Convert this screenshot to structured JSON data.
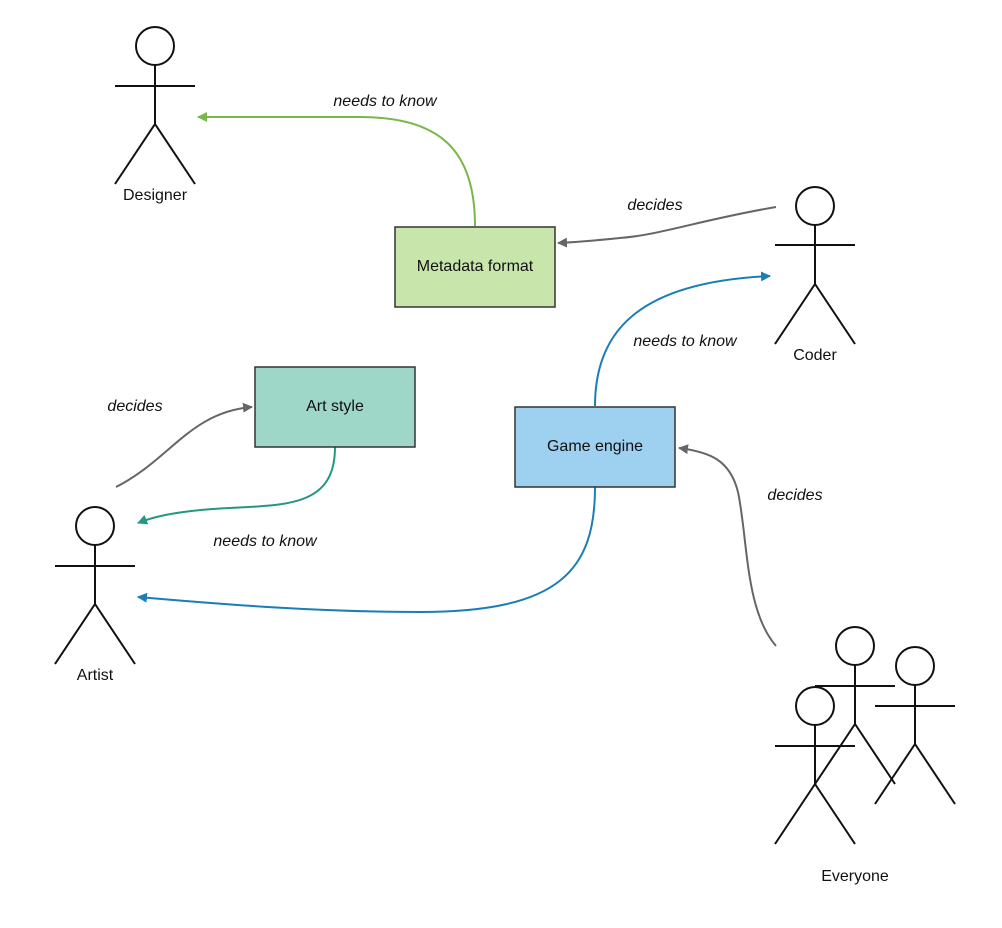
{
  "actors": {
    "designer": "Designer",
    "coder": "Coder",
    "artist": "Artist",
    "everyone": "Everyone"
  },
  "boxes": {
    "metadata": {
      "label": "Metadata format",
      "fill": "#c8e6ac",
      "stroke": "#333333"
    },
    "art_style": {
      "label": "Art style",
      "fill": "#9ed6c8",
      "stroke": "#333333"
    },
    "game_engine": {
      "label": "Game engine",
      "fill": "#9ed0ef",
      "stroke": "#333333"
    }
  },
  "edges": {
    "metadata_to_designer": {
      "label": "needs to know",
      "color": "#77b84a"
    },
    "coder_to_metadata": {
      "label": "decides",
      "color": "#666666"
    },
    "engine_to_coder": {
      "label": "needs to know",
      "color": "#1b7db5"
    },
    "artist_to_artstyle": {
      "label": "decides",
      "color": "#666666"
    },
    "artstyle_to_artist": {
      "label": "needs to know",
      "color": "#219882"
    },
    "engine_to_artist": {
      "color": "#1b7db5"
    },
    "everyone_to_engine": {
      "label": "decides",
      "color": "#666666"
    }
  }
}
